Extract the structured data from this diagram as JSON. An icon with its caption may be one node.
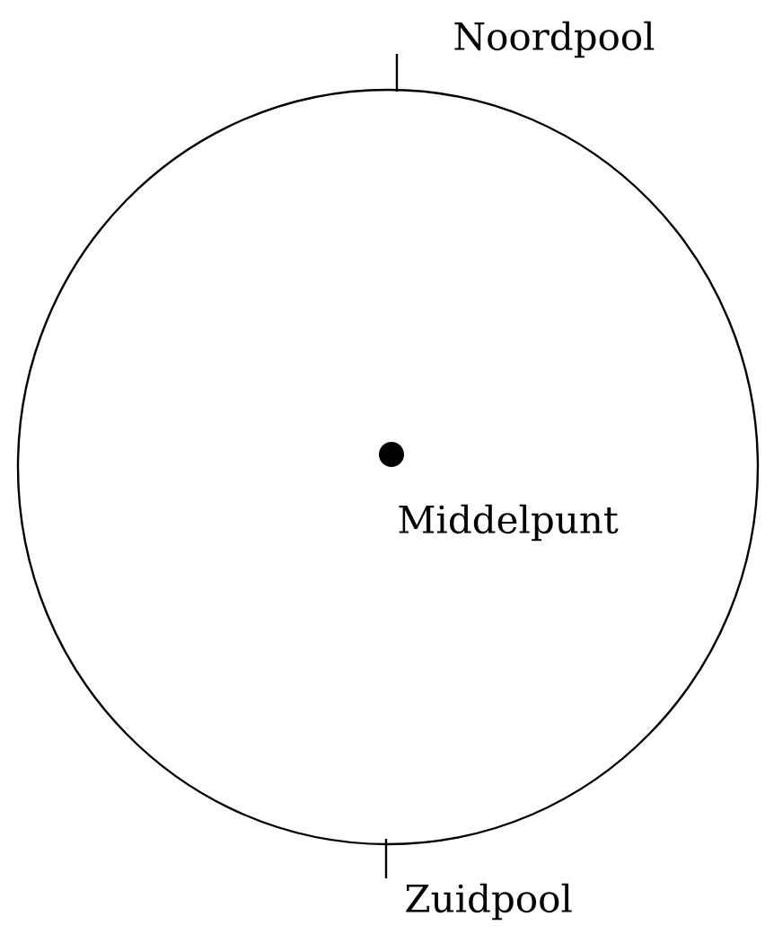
{
  "diagram": {
    "labels": [
      "Noordpool",
      "Middelpunt",
      "Zuidpool"
    ]
  }
}
